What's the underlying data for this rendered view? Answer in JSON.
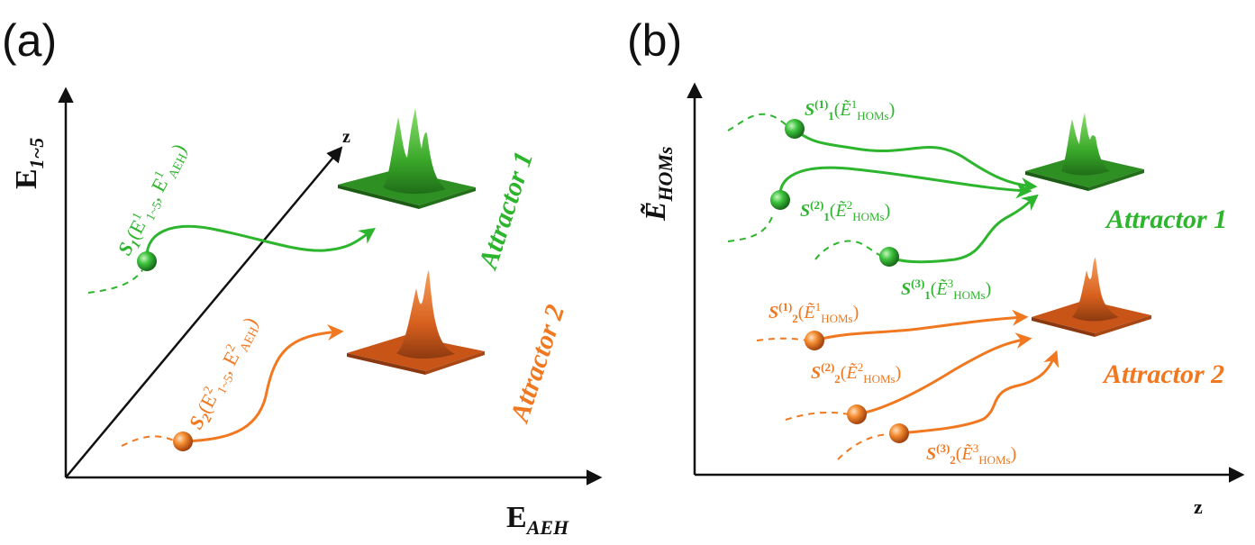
{
  "colors": {
    "green": "#2db52d",
    "green_dark": "#1f7a1f",
    "orange": "#f07820",
    "orange_dark": "#c8501a",
    "axis": "#111111"
  },
  "panel_a": {
    "label": "(a)",
    "y_axis": {
      "base": "E",
      "sub": "1~5"
    },
    "x_axis": {
      "base": "E",
      "sub": "AEH"
    },
    "z_axis": "z",
    "state1": {
      "s": "S",
      "s_sub": "1",
      "open": "(E",
      "sup1": "1",
      "sub1": "1~5",
      "mid": ", E",
      "sup2": "1",
      "sub2": "AEH",
      "close": ")"
    },
    "state2": {
      "s": "S",
      "s_sub": "2",
      "open": "(E",
      "sup1": "2",
      "sub1": "1~5",
      "mid": ", E",
      "sup2": "2",
      "sub2": "AEH",
      "close": ")"
    },
    "attractor1": "Attractor 1",
    "attractor2": "Attractor 2"
  },
  "panel_b": {
    "label": "(b)",
    "y_axis": {
      "base": "Ẽ",
      "sub": "HOMs"
    },
    "x_axis": "z",
    "states": [
      {
        "s": "S",
        "sup": "(1)",
        "sub": "1",
        "open": "(",
        "e": "Ẽ",
        "esup": "1",
        "esub": "HOMs",
        "close": ")"
      },
      {
        "s": "S",
        "sup": "(2)",
        "sub": "1",
        "open": "(",
        "e": "Ẽ",
        "esup": "2",
        "esub": "HOMs",
        "close": ")"
      },
      {
        "s": "S",
        "sup": "(3)",
        "sub": "1",
        "open": "(",
        "e": "Ẽ",
        "esup": "3",
        "esub": "HOMs",
        "close": ")"
      },
      {
        "s": "S",
        "sup": "(1)",
        "sub": "2",
        "open": "(",
        "e": "Ẽ",
        "esup": "1",
        "esub": "HOMs",
        "close": ")"
      },
      {
        "s": "S",
        "sup": "(2)",
        "sub": "2",
        "open": "(",
        "e": "Ẽ",
        "esup": "2",
        "esub": "HOMs",
        "close": ")"
      },
      {
        "s": "S",
        "sup": "(3)",
        "sub": "2",
        "open": "(",
        "e": "Ẽ",
        "esup": "3",
        "esub": "HOMs",
        "close": ")"
      }
    ],
    "attractor1": "Attractor 1",
    "attractor2": "Attractor 2"
  }
}
